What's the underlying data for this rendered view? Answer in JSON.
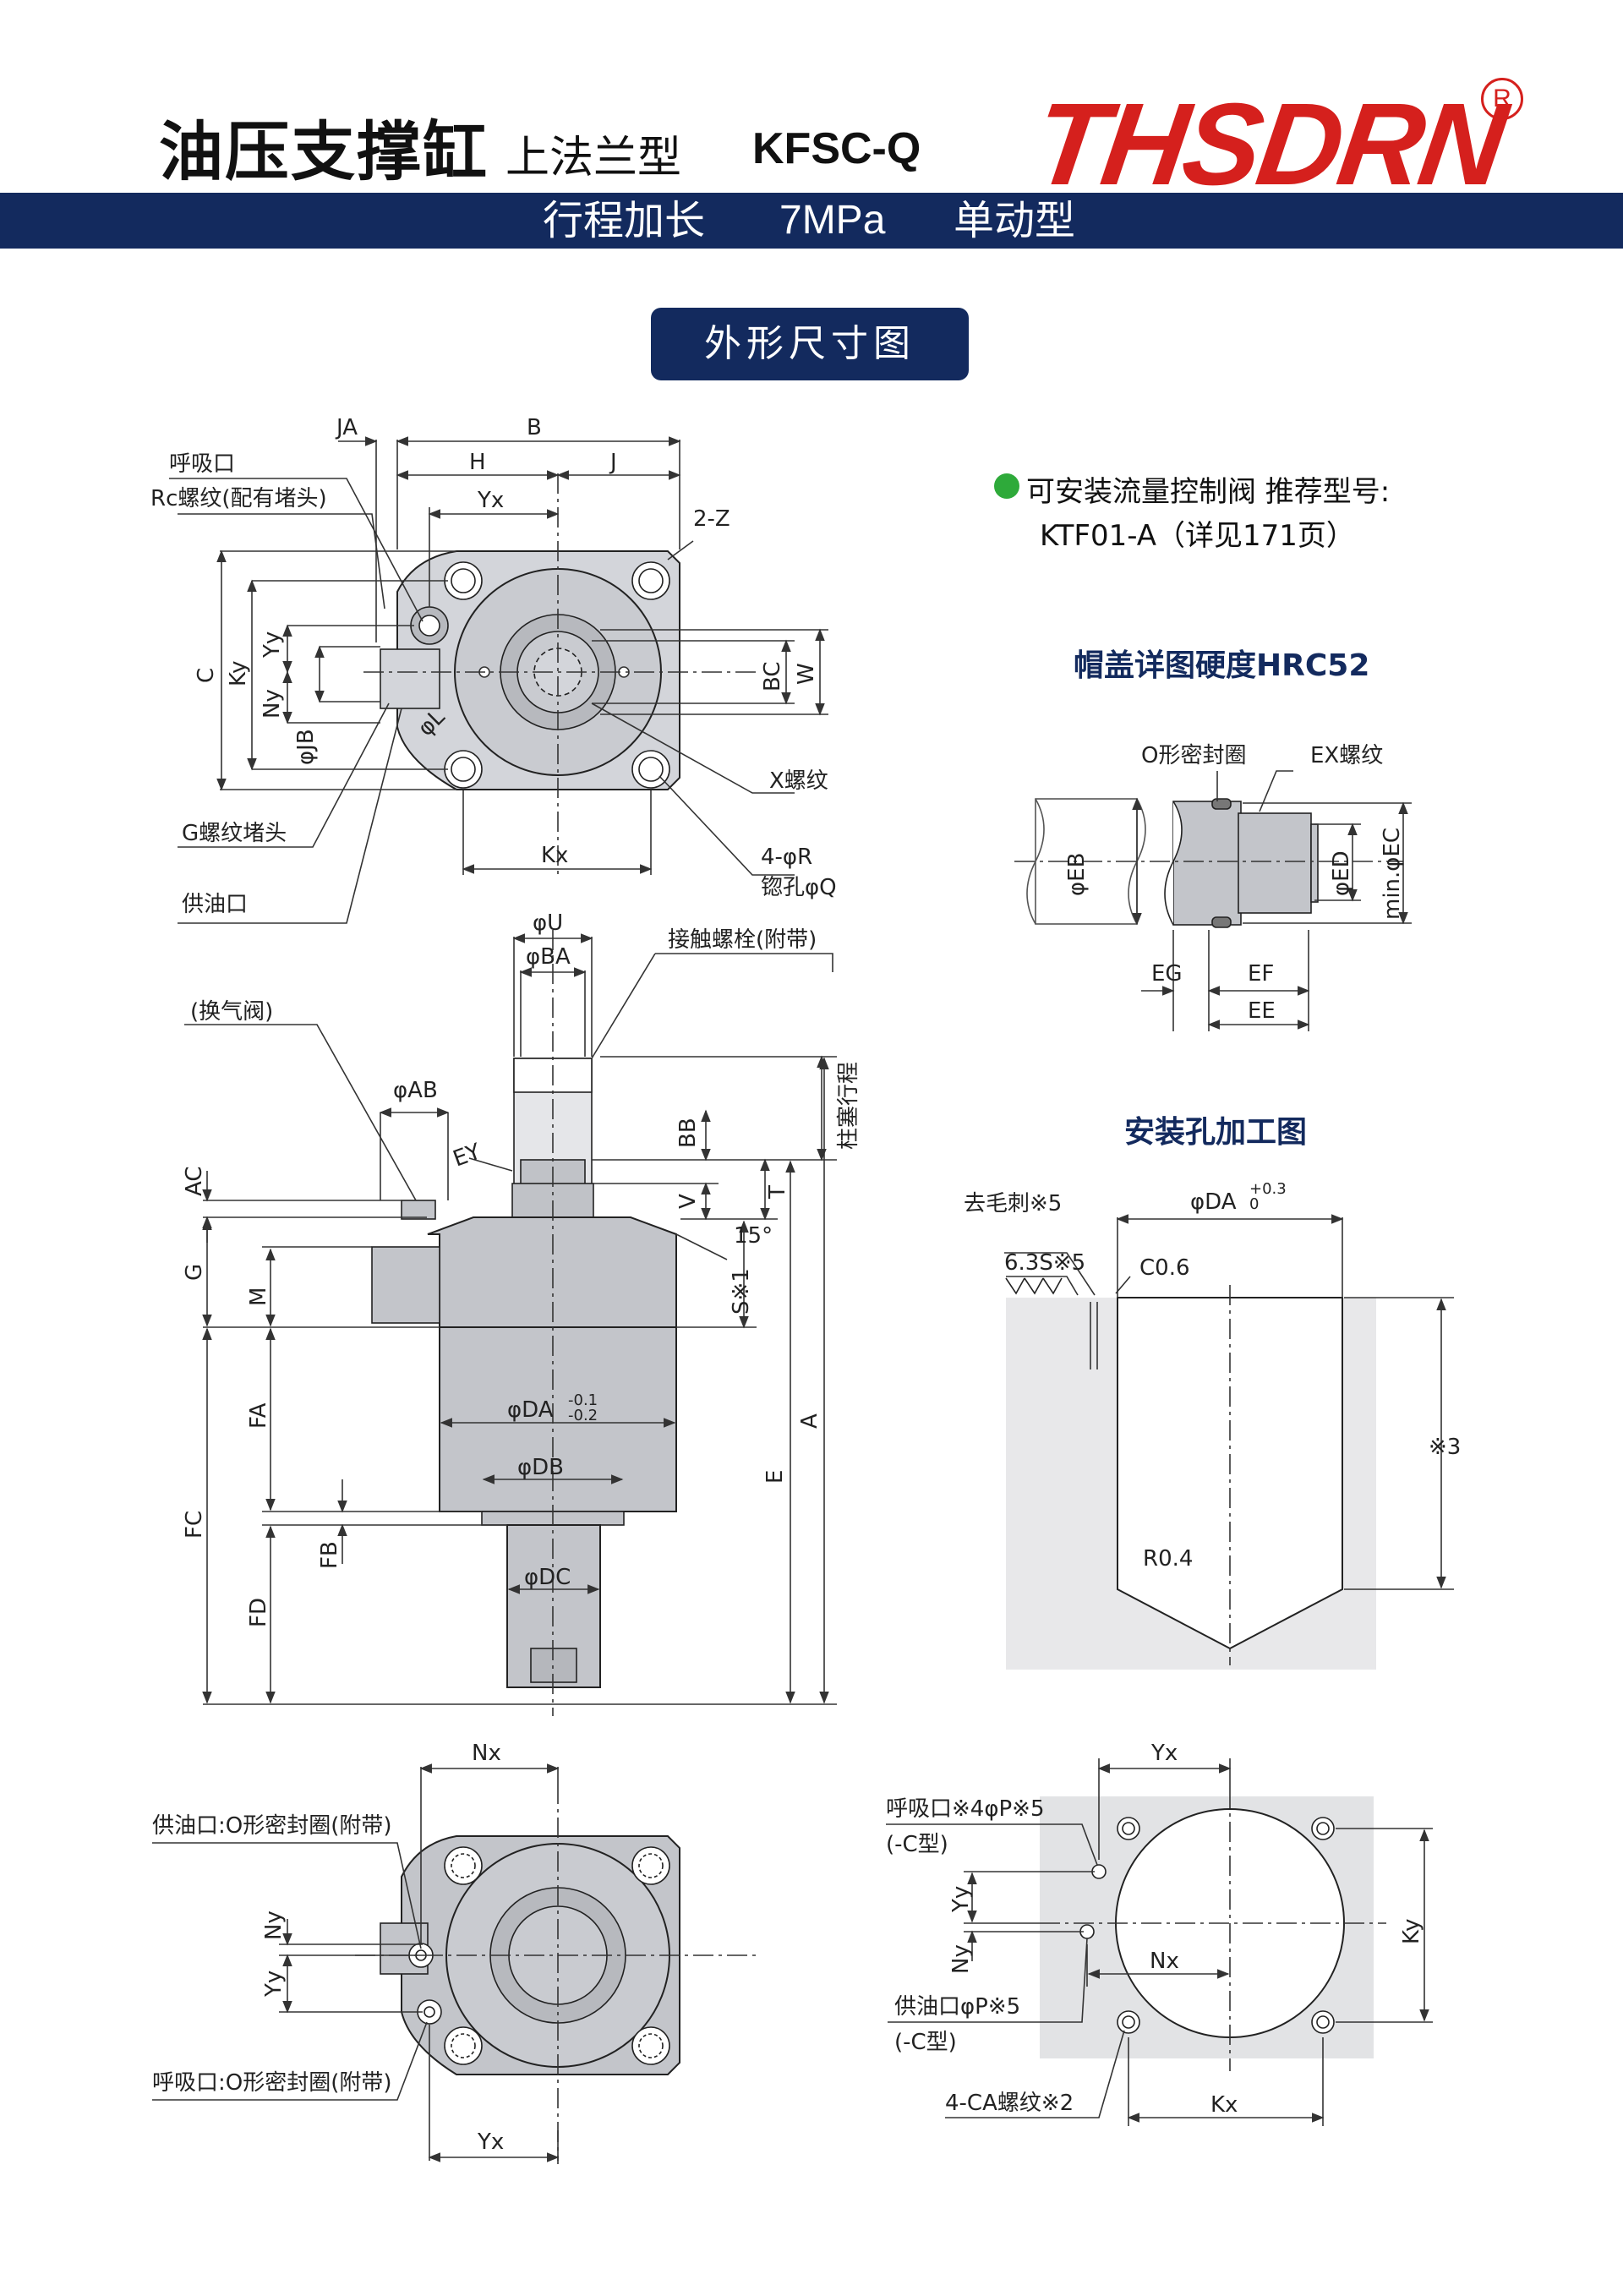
{
  "header": {
    "title_main": "油压支撑缸",
    "title_sub": "上法兰型",
    "model": "KFSC-Q",
    "brand": "THSDRN",
    "reg_mark": "R",
    "band_items": [
      "行程加长",
      "7MPa",
      "单动型"
    ],
    "brand_color": "#d5201d",
    "band_color": "#132a5e"
  },
  "section_title": "外形尺寸图",
  "valve_note": {
    "line1": "可安装流量控制阀 推荐型号:",
    "line2": "KTF01-A（详见171页）",
    "bullet_color": "#2eaa3a"
  },
  "cap_detail": {
    "title": "帽盖详图硬度HRC52",
    "labels": {
      "oring": "O形密封圈",
      "ex": "EX螺纹",
      "eb": "φEB",
      "ed": "φED",
      "ec": "min.φEC",
      "eg": "EG",
      "ef": "EF",
      "ee": "EE"
    }
  },
  "hole_detail": {
    "title": "安装孔加工图",
    "labels": {
      "deburr": "去毛刺※5",
      "rough": "6.3S※5",
      "chamfer": "C0.6",
      "da": "φDA",
      "tol": "+0.3",
      "tol0": "0",
      "depth": "※3",
      "r": "R0.4"
    }
  },
  "top_view": {
    "labels": {
      "breath1": "呼吸口",
      "breath2": "Rc螺纹(配有堵头)",
      "ja": "JA",
      "b": "B",
      "h": "H",
      "j": "J",
      "yx": "Yx",
      "z": "2-Z",
      "c": "C",
      "ky": "Ky",
      "yy": "Yy",
      "ny": "Ny",
      "jb": "φJB",
      "l": "φL",
      "bc": "BC",
      "w": "W",
      "x": "X螺纹",
      "g": "G螺纹堵头",
      "kx": "Kx",
      "r": "4-φR",
      "q": "锪孔φQ",
      "supply": "供油口"
    }
  },
  "side_view": {
    "labels": {
      "u": "φU",
      "ba": "φBA",
      "bolt": "接触螺栓(附带)",
      "vent": "(换气阀)",
      "ab": "φAB",
      "ey": "EY",
      "bb": "BB",
      "stroke": "柱塞行程",
      "ac": "AC",
      "v": "V",
      "t": "T",
      "deg": "15°",
      "g": "G",
      "m": "M",
      "s": "S※1",
      "fa": "FA",
      "da": "φDA",
      "tol1": "-0.1",
      "tol2": "-0.2",
      "a": "A",
      "e": "E",
      "db": "φDB",
      "fc": "FC",
      "fb": "FB",
      "dc": "φDC",
      "fd": "FD"
    }
  },
  "bottom_view": {
    "labels": {
      "nx": "Nx",
      "supply": "供油口:O形密封圈(附带)",
      "ny": "Ny",
      "yy": "Yy",
      "breath": "呼吸口:O形密封圈(附带)",
      "yx": "Yx"
    }
  },
  "mount_view": {
    "labels": {
      "yx": "Yx",
      "breath": "呼吸口※4φP※5",
      "c1": "(-C型)",
      "yy": "Yy",
      "ny": "Ny",
      "nx": "Nx",
      "ky": "Ky",
      "supply": "供油口φP※5",
      "c2": "(-C型)",
      "ca": "4-CA螺纹※2",
      "kx": "Kx"
    }
  }
}
